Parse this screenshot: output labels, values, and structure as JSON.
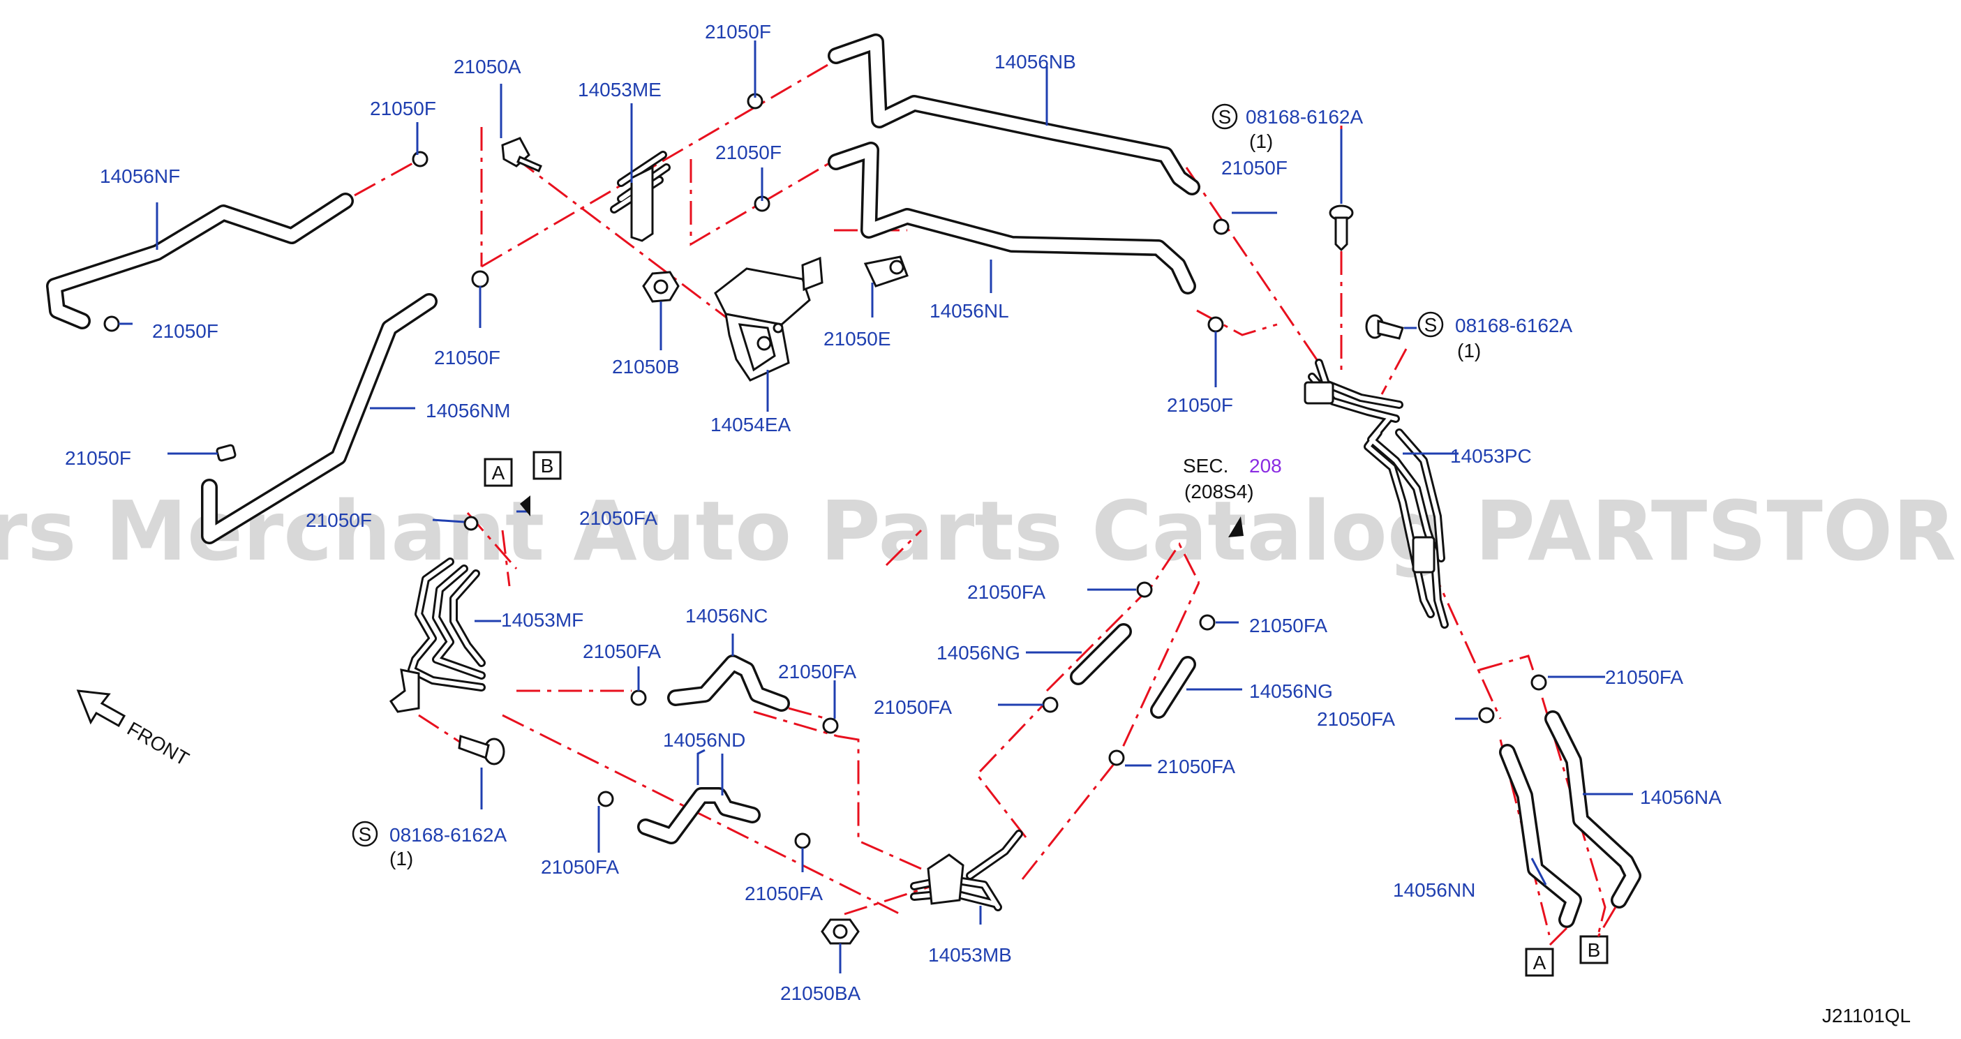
{
  "diagram_code": "J21101QL",
  "watermark": "Offers Merchant Auto Parts Catalog PARTSTORE.SA",
  "section": {
    "prefix": "SEC.",
    "number": "208",
    "sub": "(208S4)"
  },
  "front_label": "FRONT",
  "colors": {
    "label": "#1f3fb0",
    "dash": "#e8101e",
    "section": "#8a2be2",
    "line": "#111111"
  },
  "screw": {
    "symbol": "S",
    "part": "08168-6162A",
    "qty": "(1)"
  },
  "connectors": {
    "a": "A",
    "b": "B"
  },
  "labels": {
    "l_21050F_top": "21050F",
    "l_21050A": "21050A",
    "l_14053ME": "14053ME",
    "l_14056NB": "14056NB",
    "l_21050F_left": "21050F",
    "l_14056NF": "14056NF",
    "l_21050F_mid": "21050F",
    "l_21050F_nf": "21050F",
    "l_21050F_cross": "21050F",
    "l_21050B": "21050B",
    "l_14054EA": "14054EA",
    "l_21050E": "21050E",
    "l_14056NL": "14056NL",
    "l_21050F_right1": "21050F",
    "l_21050F_right2": "21050F",
    "l_14056NM": "14056NM",
    "l_21050F_lone": "21050F",
    "l_21050F_partial": "21050F",
    "l_21050FA_partial": "21050FA",
    "l_14053MF": "14053MF",
    "l_14053PC": "14053PC",
    "l_14056NC": "14056NC",
    "l_21050FA_nc1": "21050FA",
    "l_21050FA_nc2": "21050FA",
    "l_21050FA_c1": "21050FA",
    "l_14056NG_1": "14056NG",
    "l_21050FA_c2": "21050FA",
    "l_21050FA_c3": "21050FA",
    "l_14056NG_2": "14056NG",
    "l_21050FA_c4": "21050FA",
    "l_14056ND": "14056ND",
    "l_21050FA_nd1": "21050FA",
    "l_21050FA_nd2": "21050FA",
    "l_14053MB": "14053MB",
    "l_21050BA": "21050BA",
    "l_21050FA_r1": "21050FA",
    "l_21050FA_r2": "21050FA",
    "l_14056NA": "14056NA",
    "l_14056NN": "14056NN"
  }
}
